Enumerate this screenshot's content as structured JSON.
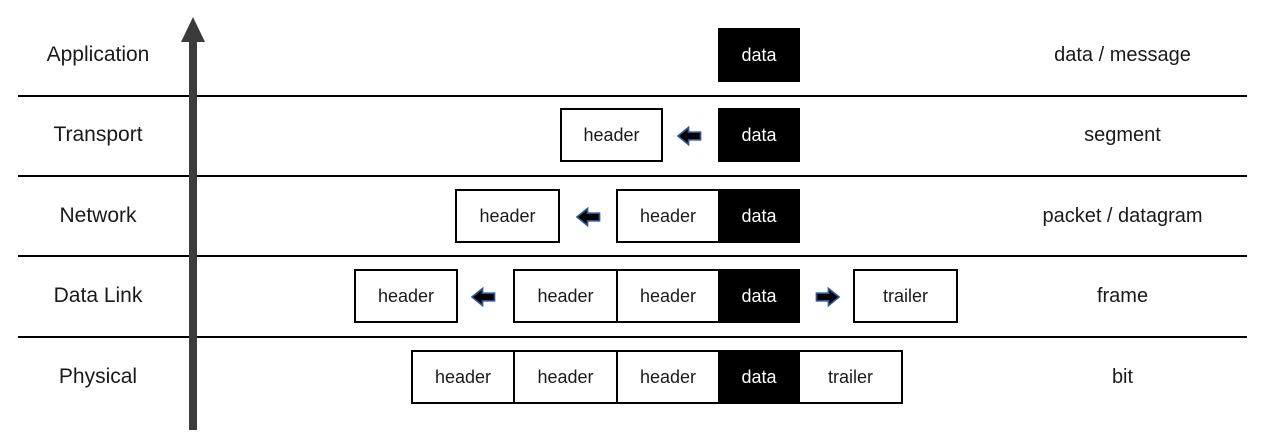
{
  "layers": [
    {
      "name": "Application",
      "pdu": "data / message"
    },
    {
      "name": "Transport",
      "pdu": "segment"
    },
    {
      "name": "Network",
      "pdu": "packet / datagram"
    },
    {
      "name": "Data Link",
      "pdu": "frame"
    },
    {
      "name": "Physical",
      "pdu": "bit"
    }
  ],
  "box_labels": {
    "header": "header",
    "data": "data",
    "trailer": "trailer"
  },
  "colors": {
    "background": "#ffffff",
    "text": "#1a1a1a",
    "separator_line": "#000000",
    "box_border": "#000000",
    "data_box_bg": "#000000",
    "data_box_text": "#ffffff",
    "block_arrow_fill": "#000000",
    "block_arrow_outline": "#2e5395",
    "up_arrow": "#3b3b3b"
  }
}
